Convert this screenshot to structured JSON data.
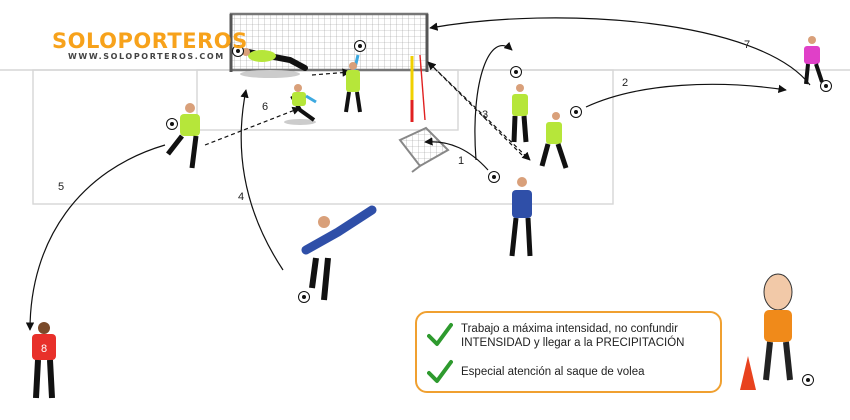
{
  "brand": {
    "name": "SOLOPORTEROS",
    "website": "WWW.SOLOPORTEROS.COM",
    "color": "#f7a21b"
  },
  "steps": [
    "1",
    "2",
    "3",
    "4",
    "5",
    "6",
    "7"
  ],
  "player": {
    "shirt_number": "8",
    "shirt_color": "#e8302a"
  },
  "note": {
    "line1": "Trabajo a máxima intensidad, no confundir",
    "line2": "INTENSIDAD y llegar a la PRECIPITACIÓN",
    "line3": "Especial atención al saque de volea",
    "check_color": "#2e9a2e",
    "border_color": "#f0a030"
  },
  "colors": {
    "keeper_shirt": "#b6e63a",
    "coach_shirt": "#2f4fa8",
    "gloves": "#3da9e0",
    "cone": "#e8421e",
    "pink_keeper": "#e040c8"
  }
}
